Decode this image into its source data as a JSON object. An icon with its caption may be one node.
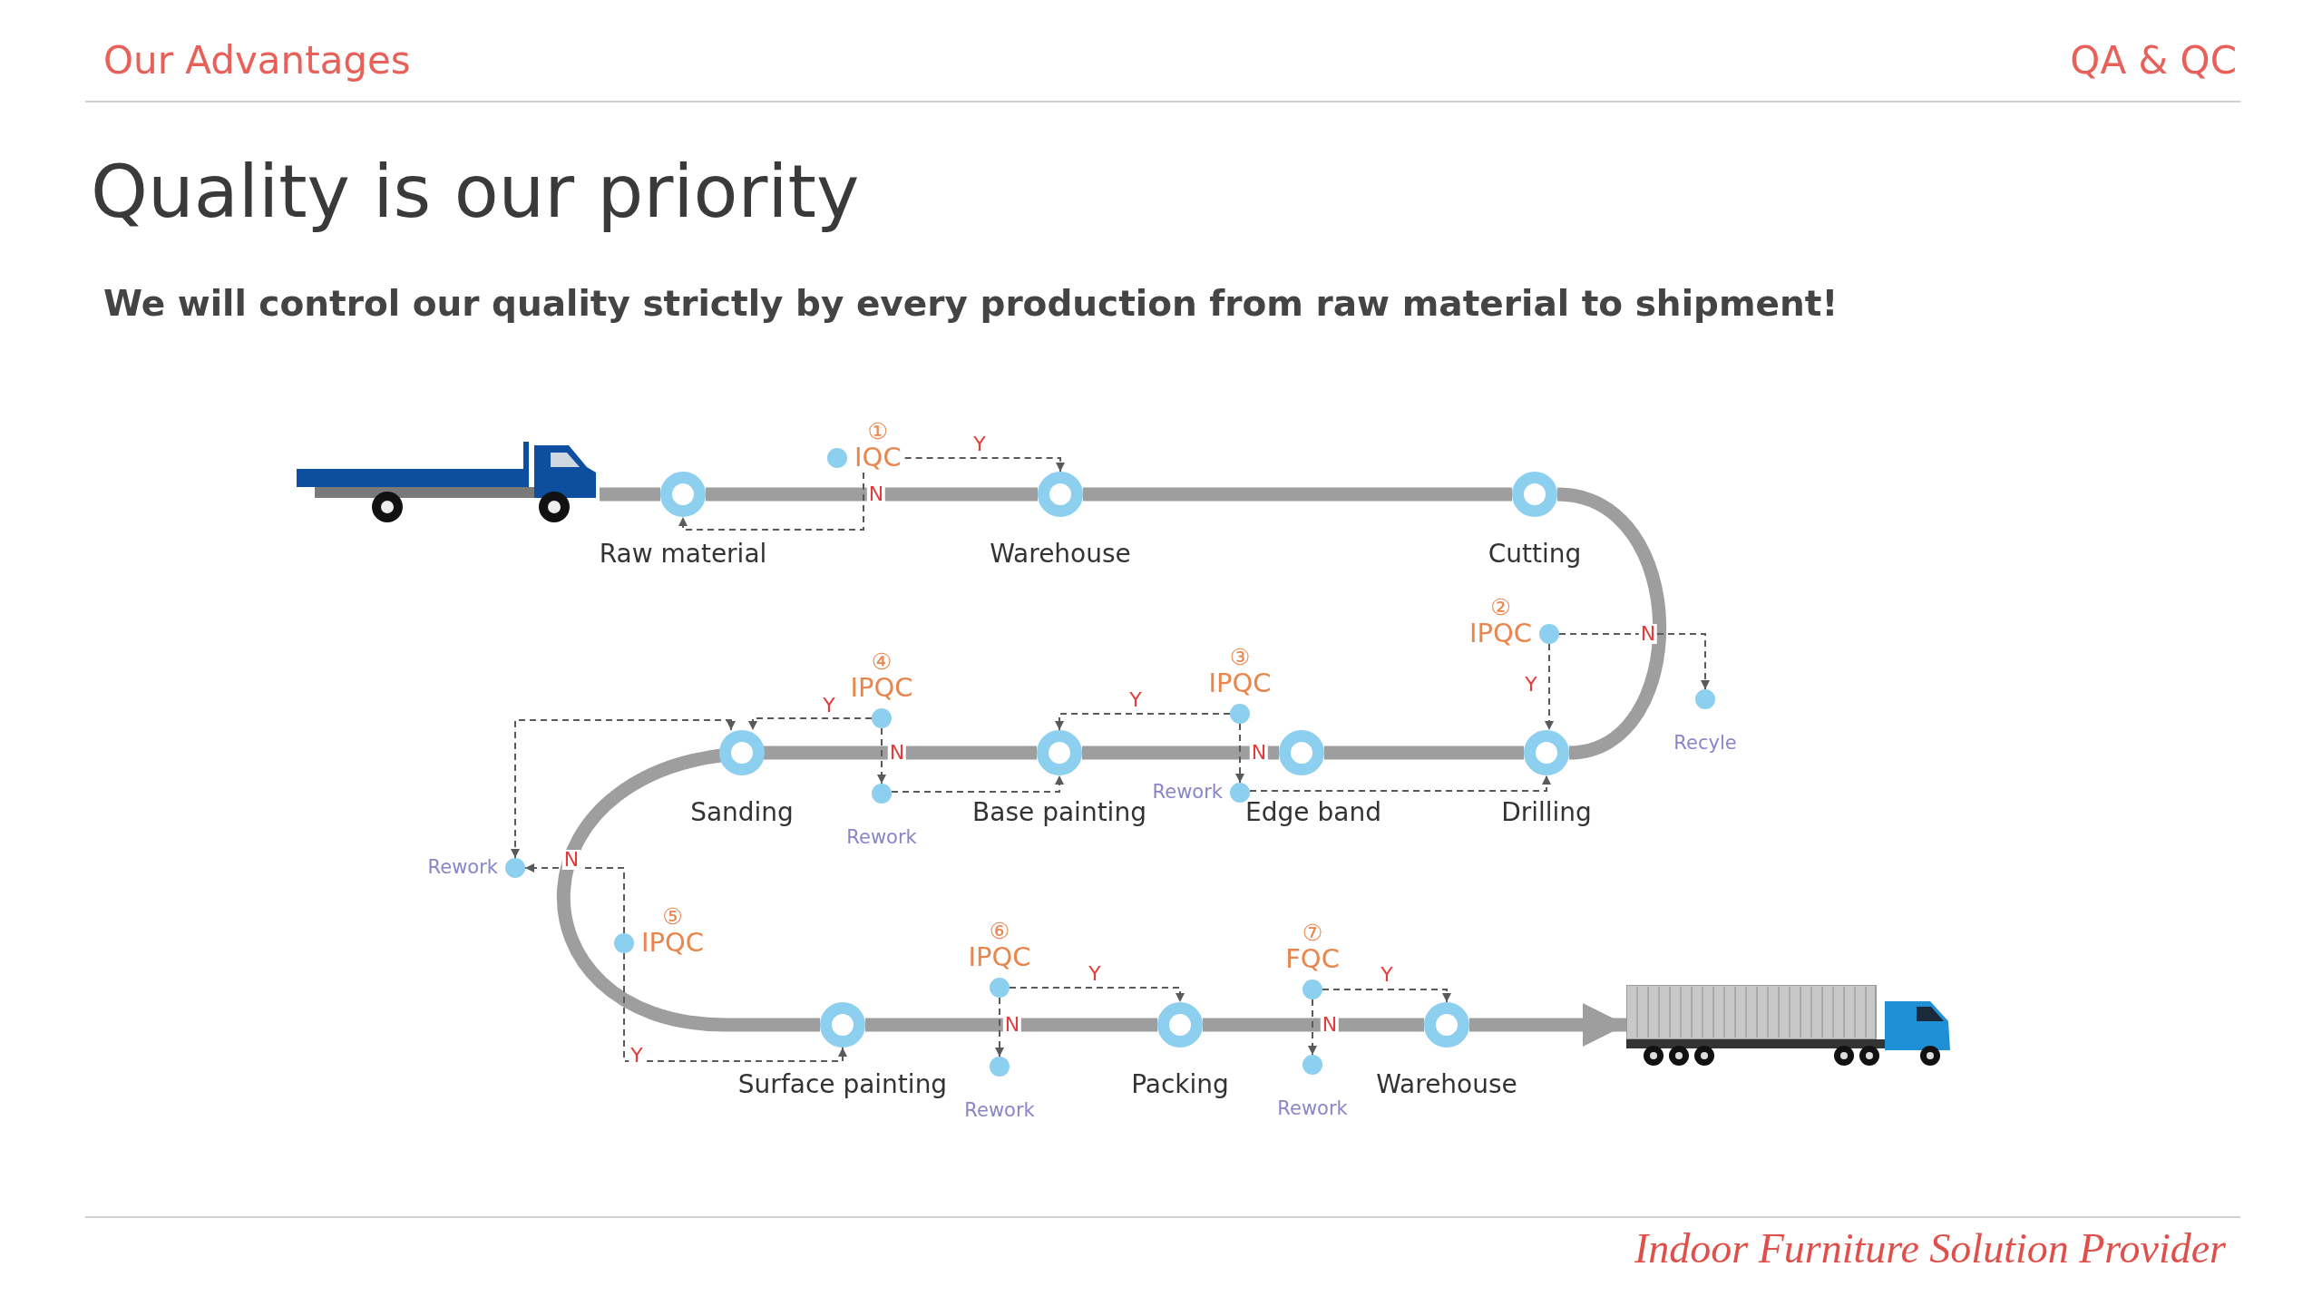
{
  "diagram": {
    "title": "Quality is our priority",
    "nodes": [
      {
        "text": [],
        "shape": "picture"
      },
      {
        "text": [
          "Raw material"
        ]
      },
      {
        "text": [
          "IQC"
        ],
        "beside": [
          "①"
        ]
      },
      {
        "text": [
          "Warehouse"
        ]
      },
      {
        "text": [
          "Cutting"
        ]
      },
      {
        "text": [
          "IPQC"
        ],
        "beside": [
          "②"
        ]
      },
      {
        "text": [
          "Recyle"
        ]
      },
      {
        "text": [
          "Drilling"
        ]
      },
      {
        "text": [
          "Edge band"
        ]
      },
      {
        "text": [
          "IPQC"
        ],
        "beside": [
          "③"
        ]
      },
      {
        "text": [
          "Rework"
        ]
      },
      {
        "text": [
          "Base painting"
        ]
      },
      {
        "text": [
          "IPQC"
        ],
        "beside": [
          "④"
        ]
      },
      {
        "text": [
          "Rework"
        ]
      },
      {
        "text": [
          "Sanding"
        ]
      },
      {
        "text": [
          "Rework"
        ]
      },
      {
        "text": [
          "IPQC"
        ],
        "beside": [
          "⑤"
        ]
      },
      {
        "text": [
          "Surface painting"
        ]
      },
      {
        "text": [
          "IPQC"
        ],
        "beside": [
          "⑥"
        ]
      },
      {
        "text": [
          "Rework"
        ]
      },
      {
        "text": [
          "Packing"
        ]
      },
      {
        "text": [
          "FQC"
        ],
        "beside": [
          "⑦"
        ]
      },
      {
        "text": [
          "Rework"
        ]
      },
      {
        "text": [
          "Warehouse"
        ]
      },
      {
        "text": [],
        "shape": "picture"
      }
    ],
    "edges": [
      {
        "from": 0,
        "to": 1,
        "arrow": "none",
        "style": "thick",
        "color": "#9e9e9e"
      },
      {
        "from": 1,
        "to": 3,
        "arrow": "none",
        "style": "thick",
        "color": "#9e9e9e"
      },
      {
        "from": 3,
        "to": 4,
        "arrow": "none",
        "style": "thick",
        "color": "#9e9e9e"
      },
      {
        "from": 4,
        "to": 7,
        "arrow": "none",
        "style": "thick",
        "color": "#9e9e9e"
      },
      {
        "from": 7,
        "to": 8,
        "arrow": "none",
        "style": "thick",
        "color": "#9e9e9e"
      },
      {
        "from": 8,
        "to": 11,
        "arrow": "none",
        "style": "thick",
        "color": "#9e9e9e"
      },
      {
        "from": 11,
        "to": 14,
        "arrow": "none",
        "style": "thick",
        "color": "#9e9e9e"
      },
      {
        "from": 14,
        "to": 17,
        "arrow": "none",
        "style": "thick",
        "color": "#9e9e9e"
      },
      {
        "from": 17,
        "to": 20,
        "arrow": "none",
        "style": "thick",
        "color": "#9e9e9e"
      },
      {
        "from": 20,
        "to": 23,
        "arrow": "none",
        "style": "thick",
        "color": "#9e9e9e"
      },
      {
        "from": 23,
        "to": 24,
        "arrow": "to",
        "style": "thick",
        "color": "#9e9e9e"
      },
      {
        "from": 2,
        "to": 3,
        "arrow": "to",
        "style": "dashed",
        "label": "Y"
      },
      {
        "from": 2,
        "to": 1,
        "arrow": "to",
        "style": "dashed",
        "label": "N"
      },
      {
        "from": 5,
        "to": 7,
        "arrow": "to",
        "style": "dashed",
        "label": "Y"
      },
      {
        "from": 5,
        "to": 6,
        "arrow": "to",
        "style": "dashed",
        "label": "N"
      },
      {
        "from": 9,
        "to": 11,
        "arrow": "to",
        "style": "dashed",
        "label": "Y"
      },
      {
        "from": 9,
        "to": 10,
        "arrow": "to",
        "style": "dashed",
        "label": "N"
      },
      {
        "from": 10,
        "to": 7,
        "arrow": "to",
        "style": "dashed"
      },
      {
        "from": 12,
        "to": 14,
        "arrow": "to",
        "style": "dashed",
        "label": "Y"
      },
      {
        "from": 12,
        "to": 13,
        "arrow": "to",
        "style": "dashed",
        "label": "N"
      },
      {
        "from": 13,
        "to": 11,
        "arrow": "to",
        "style": "dashed"
      },
      {
        "from": 15,
        "to": 14,
        "arrow": "both",
        "style": "dashed"
      },
      {
        "from": 16,
        "to": 15,
        "arrow": "to",
        "style": "dashed",
        "label": "N"
      },
      {
        "from": 16,
        "to": 17,
        "arrow": "to",
        "style": "dashed",
        "label": "Y"
      },
      {
        "from": 18,
        "to": 20,
        "arrow": "to",
        "style": "dashed",
        "label": "Y"
      },
      {
        "from": 18,
        "to": 19,
        "arrow": "to",
        "style": "dashed",
        "label": "N"
      },
      {
        "from": 21,
        "to": 23,
        "arrow": "to",
        "style": "dashed",
        "label": "Y"
      },
      {
        "from": 21,
        "to": 22,
        "arrow": "to",
        "style": "dashed",
        "label": "N"
      }
    ],
    "labels": [
      "Our Advantages",
      "QA & QC",
      "We will control our quality strictly by every production from raw material to shipment!",
      "Indoor Furniture Solution Provider"
    ]
  }
}
